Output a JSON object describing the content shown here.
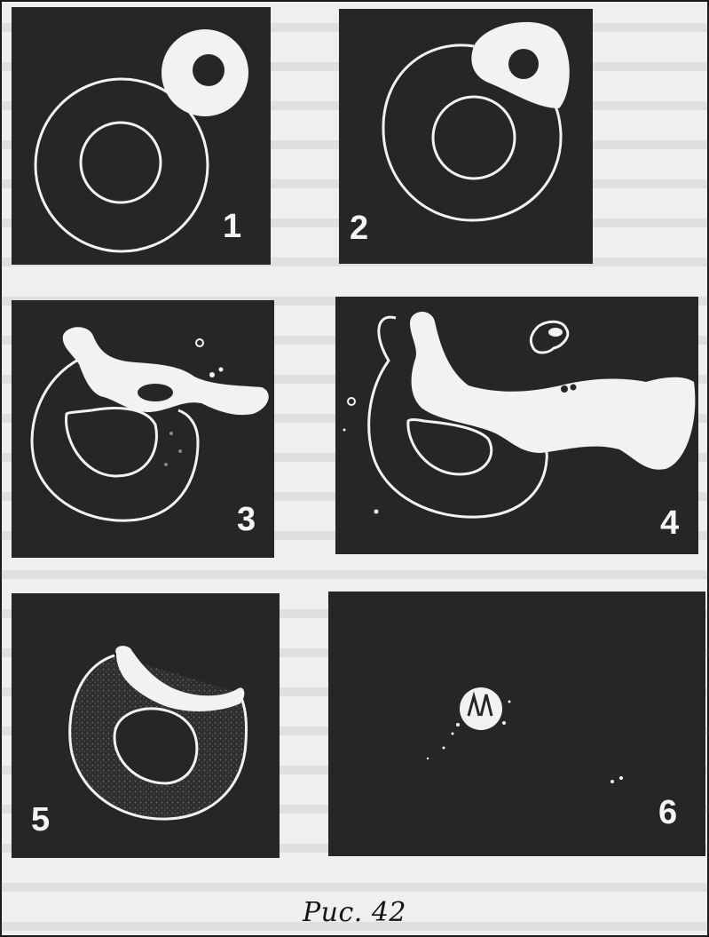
{
  "figure": {
    "caption": "Рис. 42",
    "panels": [
      {
        "number": "1"
      },
      {
        "number": "2"
      },
      {
        "number": "3"
      },
      {
        "number": "4"
      },
      {
        "number": "5"
      },
      {
        "number": "6"
      }
    ]
  },
  "colors": {
    "panel_background": "#262626",
    "outline": "#f2f2f2",
    "page": "#efefef"
  }
}
